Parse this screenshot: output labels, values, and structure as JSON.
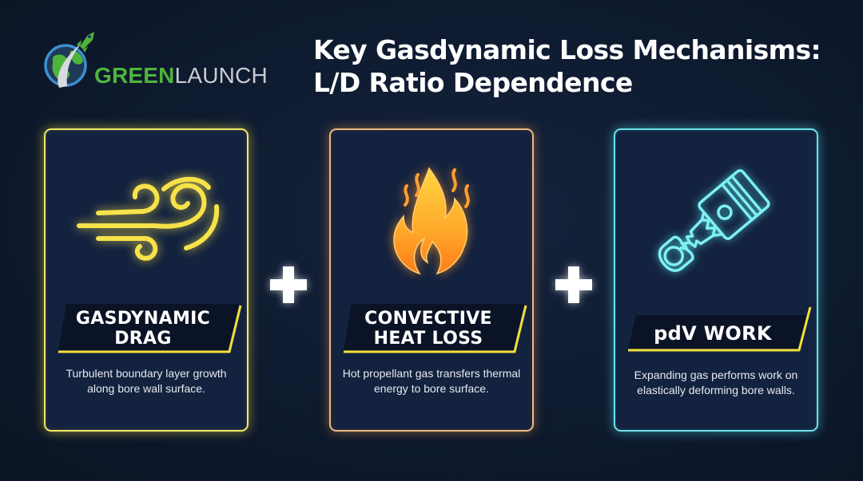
{
  "logo": {
    "brand_green": "GREEN",
    "brand_grey": "LAUNCH",
    "icon": "rocket-globe-icon",
    "colors": {
      "green": "#4fb43c",
      "grey": "#c9ccd2",
      "ring": "#3b8fd1"
    }
  },
  "header": {
    "title_line1": "Key Gasdynamic Loss Mechanisms:",
    "title_line2": "L/D Ratio Dependence"
  },
  "cards": [
    {
      "icon": "wind-icon",
      "accent_color": "#f3e86a",
      "label_line1": "GASDYNAMIC",
      "label_line2": "DRAG",
      "description": "Turbulent boundary layer growth along bore wall surface."
    },
    {
      "icon": "flame-icon",
      "accent_color": "#f0b880",
      "label_line1": "CONVECTIVE",
      "label_line2": "HEAT LOSS",
      "description": "Hot propellant gas transfers thermal energy to bore surface."
    },
    {
      "icon": "piston-icon",
      "accent_color": "#6fe0ea",
      "label_line1": "pdV WORK",
      "label_line2": "",
      "description": "Expanding gas performs work on elastically deforming bore walls."
    }
  ],
  "operators": [
    "plus-icon",
    "plus-icon"
  ],
  "plate_stripe_color": "#f2e03a"
}
